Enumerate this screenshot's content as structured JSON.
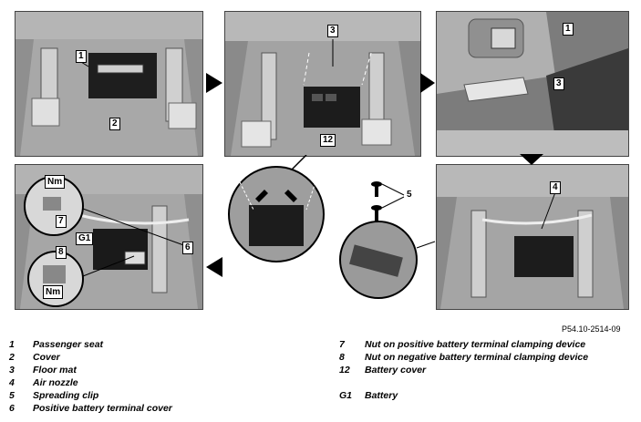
{
  "figure": {
    "id_label": "P54.10-2514-09",
    "callouts": [
      "1",
      "2",
      "3",
      "1",
      "3",
      "4",
      "5",
      "6",
      "7",
      "8",
      "G1",
      "12"
    ],
    "torque_label": "Nm"
  },
  "legend_left": [
    {
      "num": "1",
      "text": "Passenger seat"
    },
    {
      "num": "2",
      "text": "Cover"
    },
    {
      "num": "3",
      "text": "Floor mat"
    },
    {
      "num": "4",
      "text": "Air nozzle"
    },
    {
      "num": "5",
      "text": "Spreading clip"
    },
    {
      "num": "6",
      "text": "Positive battery terminal cover"
    }
  ],
  "legend_right": [
    {
      "num": "7",
      "text": "Nut on positive battery terminal clamping device"
    },
    {
      "num": "8",
      "text": "Nut on negative battery terminal clamping device"
    },
    {
      "num": "12",
      "text": "Battery cover"
    },
    {
      "num": "",
      "text": ""
    },
    {
      "num": "G1",
      "text": "Battery"
    }
  ]
}
